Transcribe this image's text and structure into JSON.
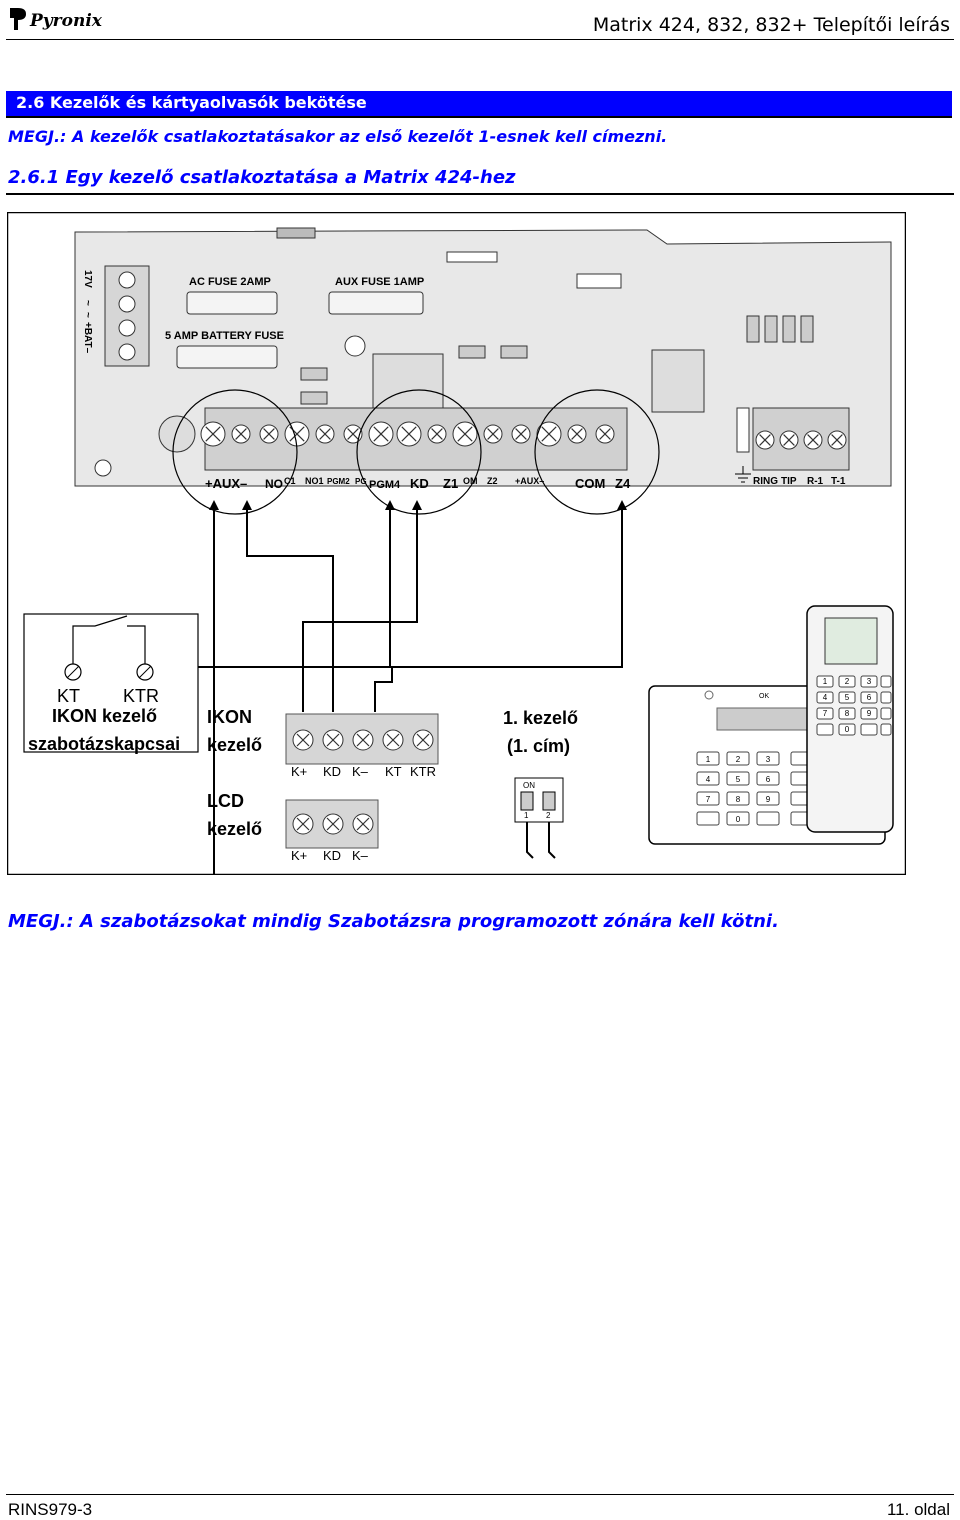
{
  "header": {
    "logo_text": "Pyronix",
    "doc_title": "Matrix 424, 832, 832+ Telepítői leírás"
  },
  "section": {
    "title": "2.6 Kezelők és kártyaolvasók bekötése",
    "note": "MEGJ.: A kezelők csatlakoztatásakor az első kezelőt 1-esnek kell címezni.",
    "subsection_title": "2.6.1 Egy kezelő csatlakoztatása a Matrix 424-hez"
  },
  "figure": {
    "board_left_labels": [
      "17V",
      "~",
      "~",
      "+BAT–"
    ],
    "ac_fuse": "AC FUSE 2AMP",
    "aux_fuse": "AUX FUSE 1AMP",
    "battery_fuse": "5 AMP BATTERY FUSE",
    "terminals": {
      "aux": "+AUX–",
      "no": "NO",
      "c1": "C1",
      "no1": "NO1",
      "pgm2": "PGM2",
      "pg": "PG",
      "pgm4": "PGM4",
      "kd": "KD",
      "z1": "Z1",
      "om": "OM",
      "z2": "Z2",
      "aux2": "+AUX–",
      "com": "COM",
      "z4": "Z4",
      "ring": "RING",
      "tip": "TIP",
      "r1": "R-1",
      "t1": "T-1"
    },
    "tamper": {
      "kt": "KT",
      "ktr": "KTR",
      "label_line1": "IKON kezelő",
      "label_line2": "szabotázskapcsai"
    },
    "ikon_label_line1": "IKON",
    "ikon_label_line2": "kezelő",
    "ikon_terms": [
      "K+",
      "KD",
      "K–",
      "KT",
      "KTR"
    ],
    "lcd_label_line1": "LCD",
    "lcd_label_line2": "kezelő",
    "lcd_terms": [
      "K+",
      "KD",
      "K–"
    ],
    "keypad_label_line1": "1. kezelő",
    "keypad_label_line2": "(1. cím)",
    "dip": {
      "on": "ON",
      "s1": "1",
      "s2": "2"
    },
    "keypad_keys": [
      "1",
      "2",
      "3",
      "4",
      "5",
      "6",
      "7",
      "8",
      "9",
      "0"
    ],
    "keypad_ok": "OK"
  },
  "note_bottom": "MEGJ.: A szabotázsokat mindig Szabotázsra programozott zónára kell kötni.",
  "footer": {
    "doc_code": "RINS979-3",
    "page": "11. oldal"
  }
}
